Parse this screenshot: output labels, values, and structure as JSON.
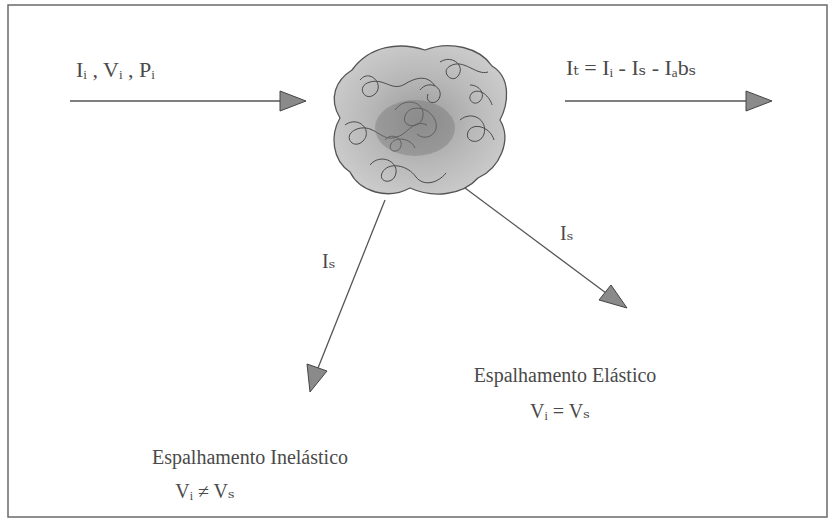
{
  "diagram": {
    "labels": [
      "Iᵢ , Vᵢ , Pᵢ",
      "Iₜ = Iᵢ - Iₛ - Iₐbₛ",
      "Iₛ",
      "Iₛ",
      "Espalhamento Inelástico",
      "Vᵢ ≠ Vₛ",
      "Espalhamento Elástico",
      "Vᵢ = Vₛ"
    ]
  }
}
